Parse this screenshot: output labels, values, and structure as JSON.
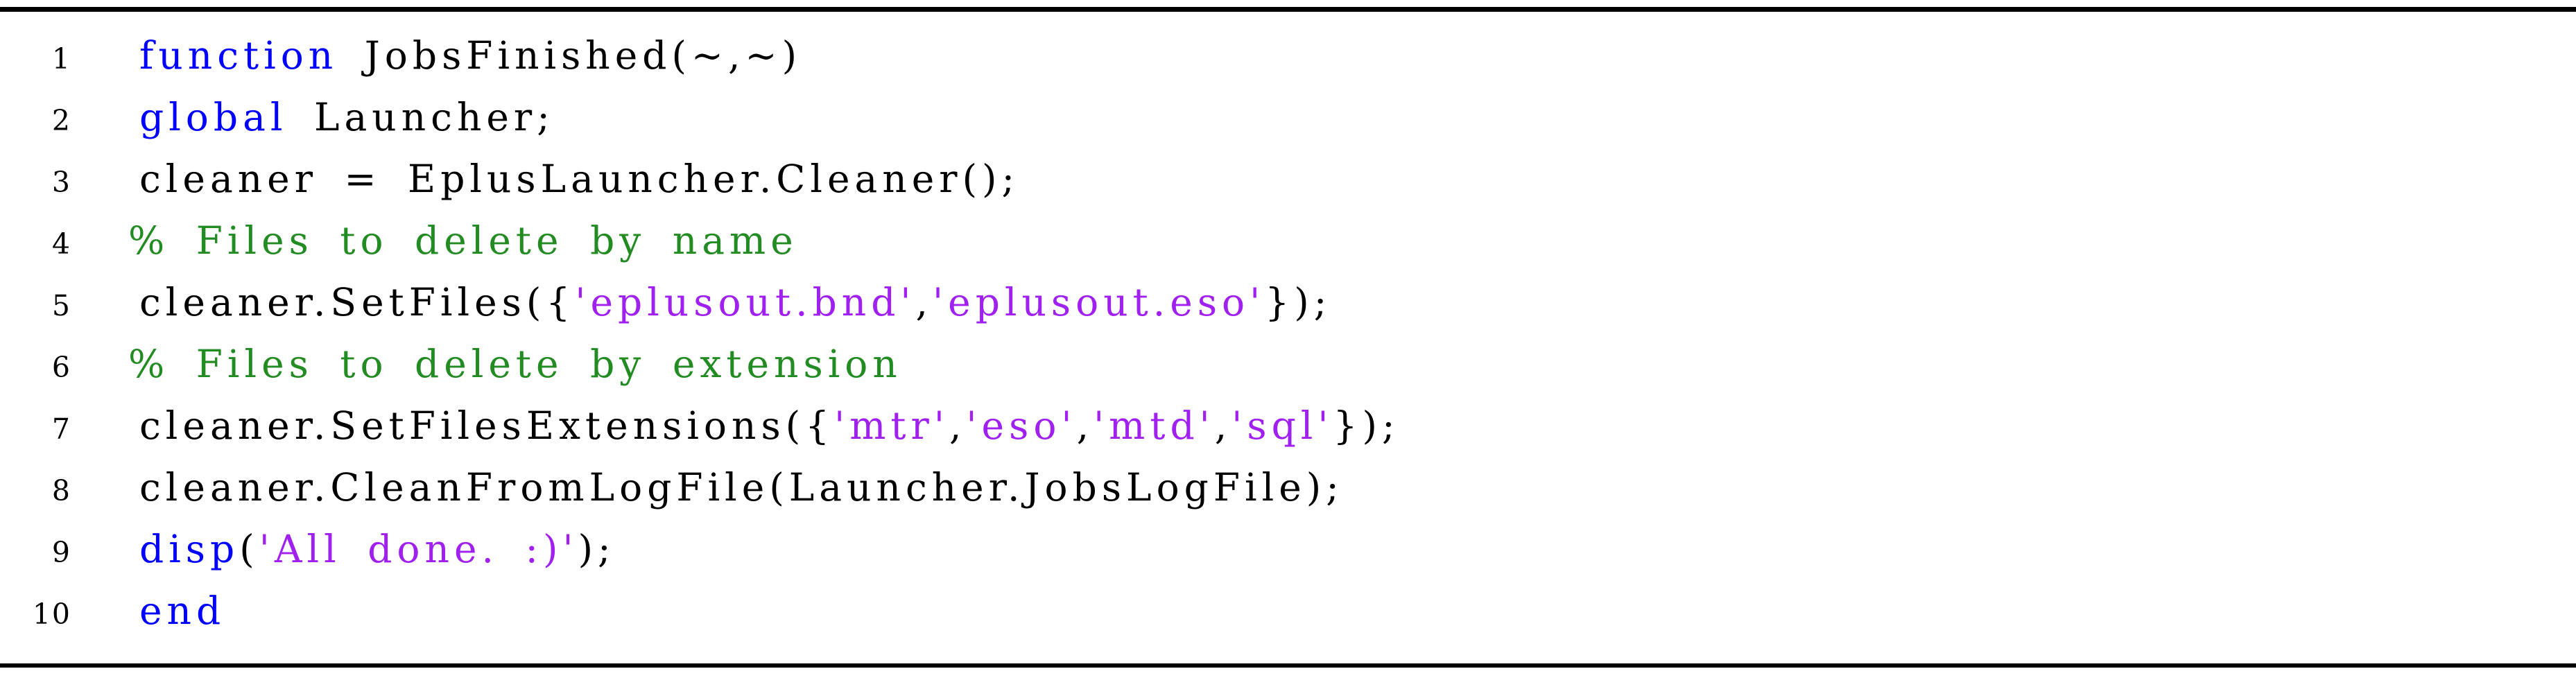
{
  "listing": {
    "language": "MATLAB",
    "colors": {
      "keyword": "#0000FF",
      "comment": "#228B22",
      "string": "#A020F0",
      "plain": "#000000",
      "rule": "#000000",
      "background": "#FFFFFF"
    },
    "lines": [
      {
        "number": "1",
        "type": "code",
        "segments": [
          {
            "style": "keyword",
            "text": "function"
          },
          {
            "style": "plain",
            "text": " JobsFinished(~,~)"
          }
        ]
      },
      {
        "number": "2",
        "type": "code",
        "segments": [
          {
            "style": "keyword",
            "text": "global"
          },
          {
            "style": "plain",
            "text": " Launcher;"
          }
        ]
      },
      {
        "number": "3",
        "type": "code",
        "segments": [
          {
            "style": "plain",
            "text": "cleaner = EplusLauncher.Cleaner();"
          }
        ]
      },
      {
        "number": "4",
        "type": "comment",
        "segments": [
          {
            "style": "comment",
            "text": "% Files to delete by name"
          }
        ]
      },
      {
        "number": "5",
        "type": "code",
        "segments": [
          {
            "style": "plain",
            "text": "cleaner.SetFiles({"
          },
          {
            "style": "string",
            "text": "'eplusout.bnd'"
          },
          {
            "style": "plain",
            "text": ","
          },
          {
            "style": "string",
            "text": "'eplusout.eso'"
          },
          {
            "style": "plain",
            "text": "});"
          }
        ]
      },
      {
        "number": "6",
        "type": "comment",
        "segments": [
          {
            "style": "comment",
            "text": "% Files to delete by extension"
          }
        ]
      },
      {
        "number": "7",
        "type": "code",
        "segments": [
          {
            "style": "plain",
            "text": "cleaner.SetFilesExtensions({"
          },
          {
            "style": "string",
            "text": "'mtr'"
          },
          {
            "style": "plain",
            "text": ","
          },
          {
            "style": "string",
            "text": "'eso'"
          },
          {
            "style": "plain",
            "text": ","
          },
          {
            "style": "string",
            "text": "'mtd'"
          },
          {
            "style": "plain",
            "text": ","
          },
          {
            "style": "string",
            "text": "'sql'"
          },
          {
            "style": "plain",
            "text": "});"
          }
        ]
      },
      {
        "number": "8",
        "type": "code",
        "segments": [
          {
            "style": "plain",
            "text": "cleaner.CleanFromLogFile(Launcher.JobsLogFile);"
          }
        ]
      },
      {
        "number": "9",
        "type": "code",
        "segments": [
          {
            "style": "keyword",
            "text": "disp"
          },
          {
            "style": "plain",
            "text": "("
          },
          {
            "style": "string",
            "text": "'All done. :)'"
          },
          {
            "style": "plain",
            "text": ");"
          }
        ]
      },
      {
        "number": "10",
        "type": "code",
        "segments": [
          {
            "style": "keyword",
            "text": "end"
          }
        ]
      }
    ]
  }
}
